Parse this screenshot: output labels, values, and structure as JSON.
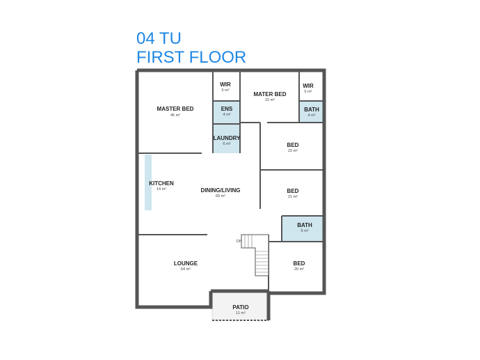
{
  "title": {
    "line1": "04 TU",
    "line2": "FIRST FLOOR",
    "color": "#1e88e5"
  },
  "rooms": [
    {
      "name": "MASTER BED",
      "area": "45 m²"
    },
    {
      "name": "WIR",
      "area": "5 m²"
    },
    {
      "name": "ENS",
      "area": "4 m²"
    },
    {
      "name": "LAUNDRY",
      "area": "6 m²"
    },
    {
      "name": "MATER BED",
      "area": "22 m²"
    },
    {
      "name": "WIR",
      "area": "5 m²"
    },
    {
      "name": "BATH",
      "area": "4 m²"
    },
    {
      "name": "BED",
      "area": "22 m²"
    },
    {
      "name": "KITCHEN",
      "area": "14 m²"
    },
    {
      "name": "DINING/LIVING",
      "area": "69 m²"
    },
    {
      "name": "BED",
      "area": "21 m²"
    },
    {
      "name": "BATH",
      "area": "6 m²"
    },
    {
      "name": "LOUNGE",
      "area": "64 m²"
    },
    {
      "name": "BED",
      "area": "20 m²"
    },
    {
      "name": "PATIO",
      "area": "11 m²"
    }
  ],
  "stairs_label": "DN"
}
